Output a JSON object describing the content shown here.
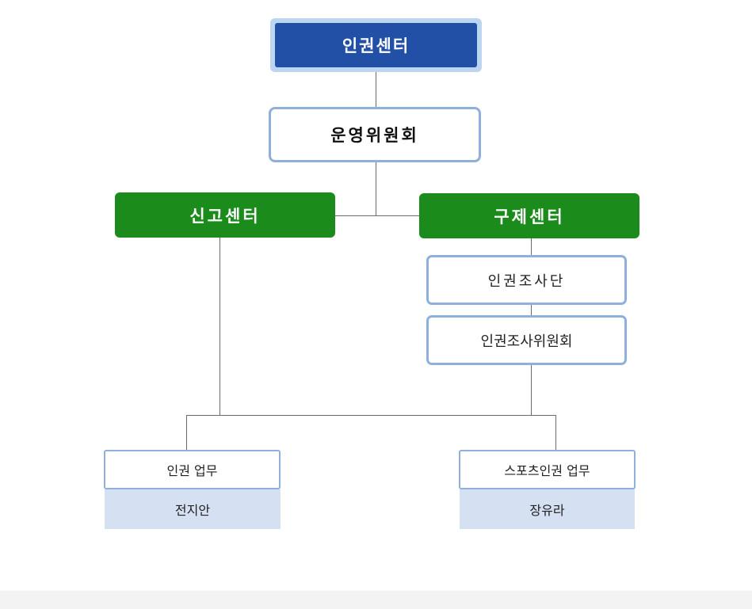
{
  "colors": {
    "top_fill": "#2250a6",
    "top_outline": "#bcd6f2",
    "outline_blue": "#8fb0dc",
    "green": "#1b8c1b",
    "card_fill": "#d5e1f2",
    "connector": "#6b6b6b"
  },
  "org": {
    "root": "인권센터",
    "committee": "운영위원회",
    "report_center": "신고센터",
    "relief_center": "구제센터",
    "investigation_team": "인권조사단",
    "investigation_committee": "인권조사위원회",
    "duty_left": {
      "title": "인권 업무",
      "person": "전지안"
    },
    "duty_right": {
      "title": "스포츠인권 업무",
      "person": "장유라"
    }
  }
}
